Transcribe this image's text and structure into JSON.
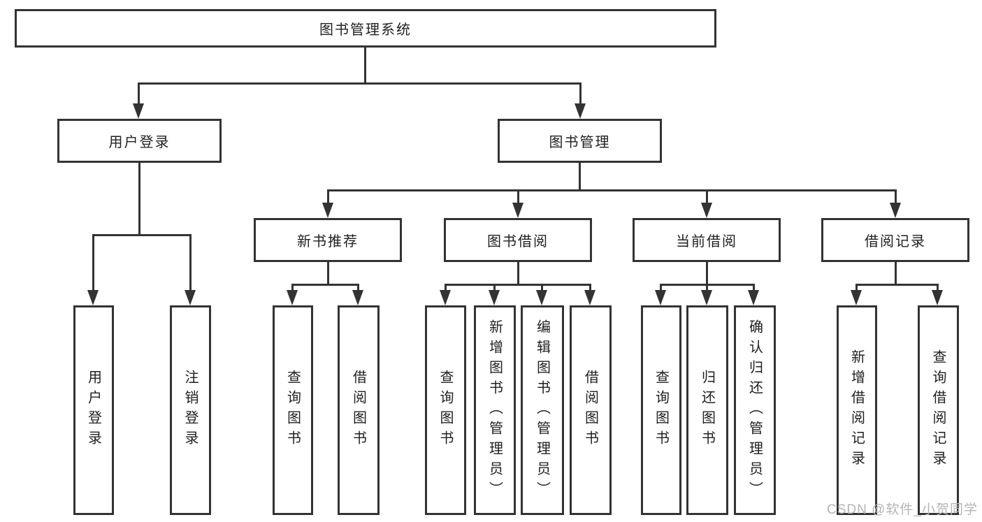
{
  "diagram": {
    "title": "图书管理系统",
    "line_color": "#333333",
    "text_color": "#1f1f1f",
    "level2": [
      {
        "label": "用户登录"
      },
      {
        "label": "图书管理"
      }
    ],
    "level3": [
      {
        "label": "新书推荐"
      },
      {
        "label": "图书借阅"
      },
      {
        "label": "当前借阅"
      },
      {
        "label": "借阅记录"
      }
    ],
    "leaves": [
      {
        "label": "用户登录"
      },
      {
        "label": "注销登录"
      },
      {
        "label": "查询图书"
      },
      {
        "label": "借阅图书"
      },
      {
        "label": "查询图书"
      },
      {
        "label": "新增图书（管理员）"
      },
      {
        "label": "编辑图书（管理员）"
      },
      {
        "label": "借阅图书"
      },
      {
        "label": "查询图书"
      },
      {
        "label": "归还图书"
      },
      {
        "label": "确认归还（管理员）"
      },
      {
        "label": "新增借阅记录"
      },
      {
        "label": "查询借阅记录"
      }
    ]
  },
  "watermark": {
    "text": "CSDN @软件_小贺同学",
    "color": "#b5b5b5"
  }
}
